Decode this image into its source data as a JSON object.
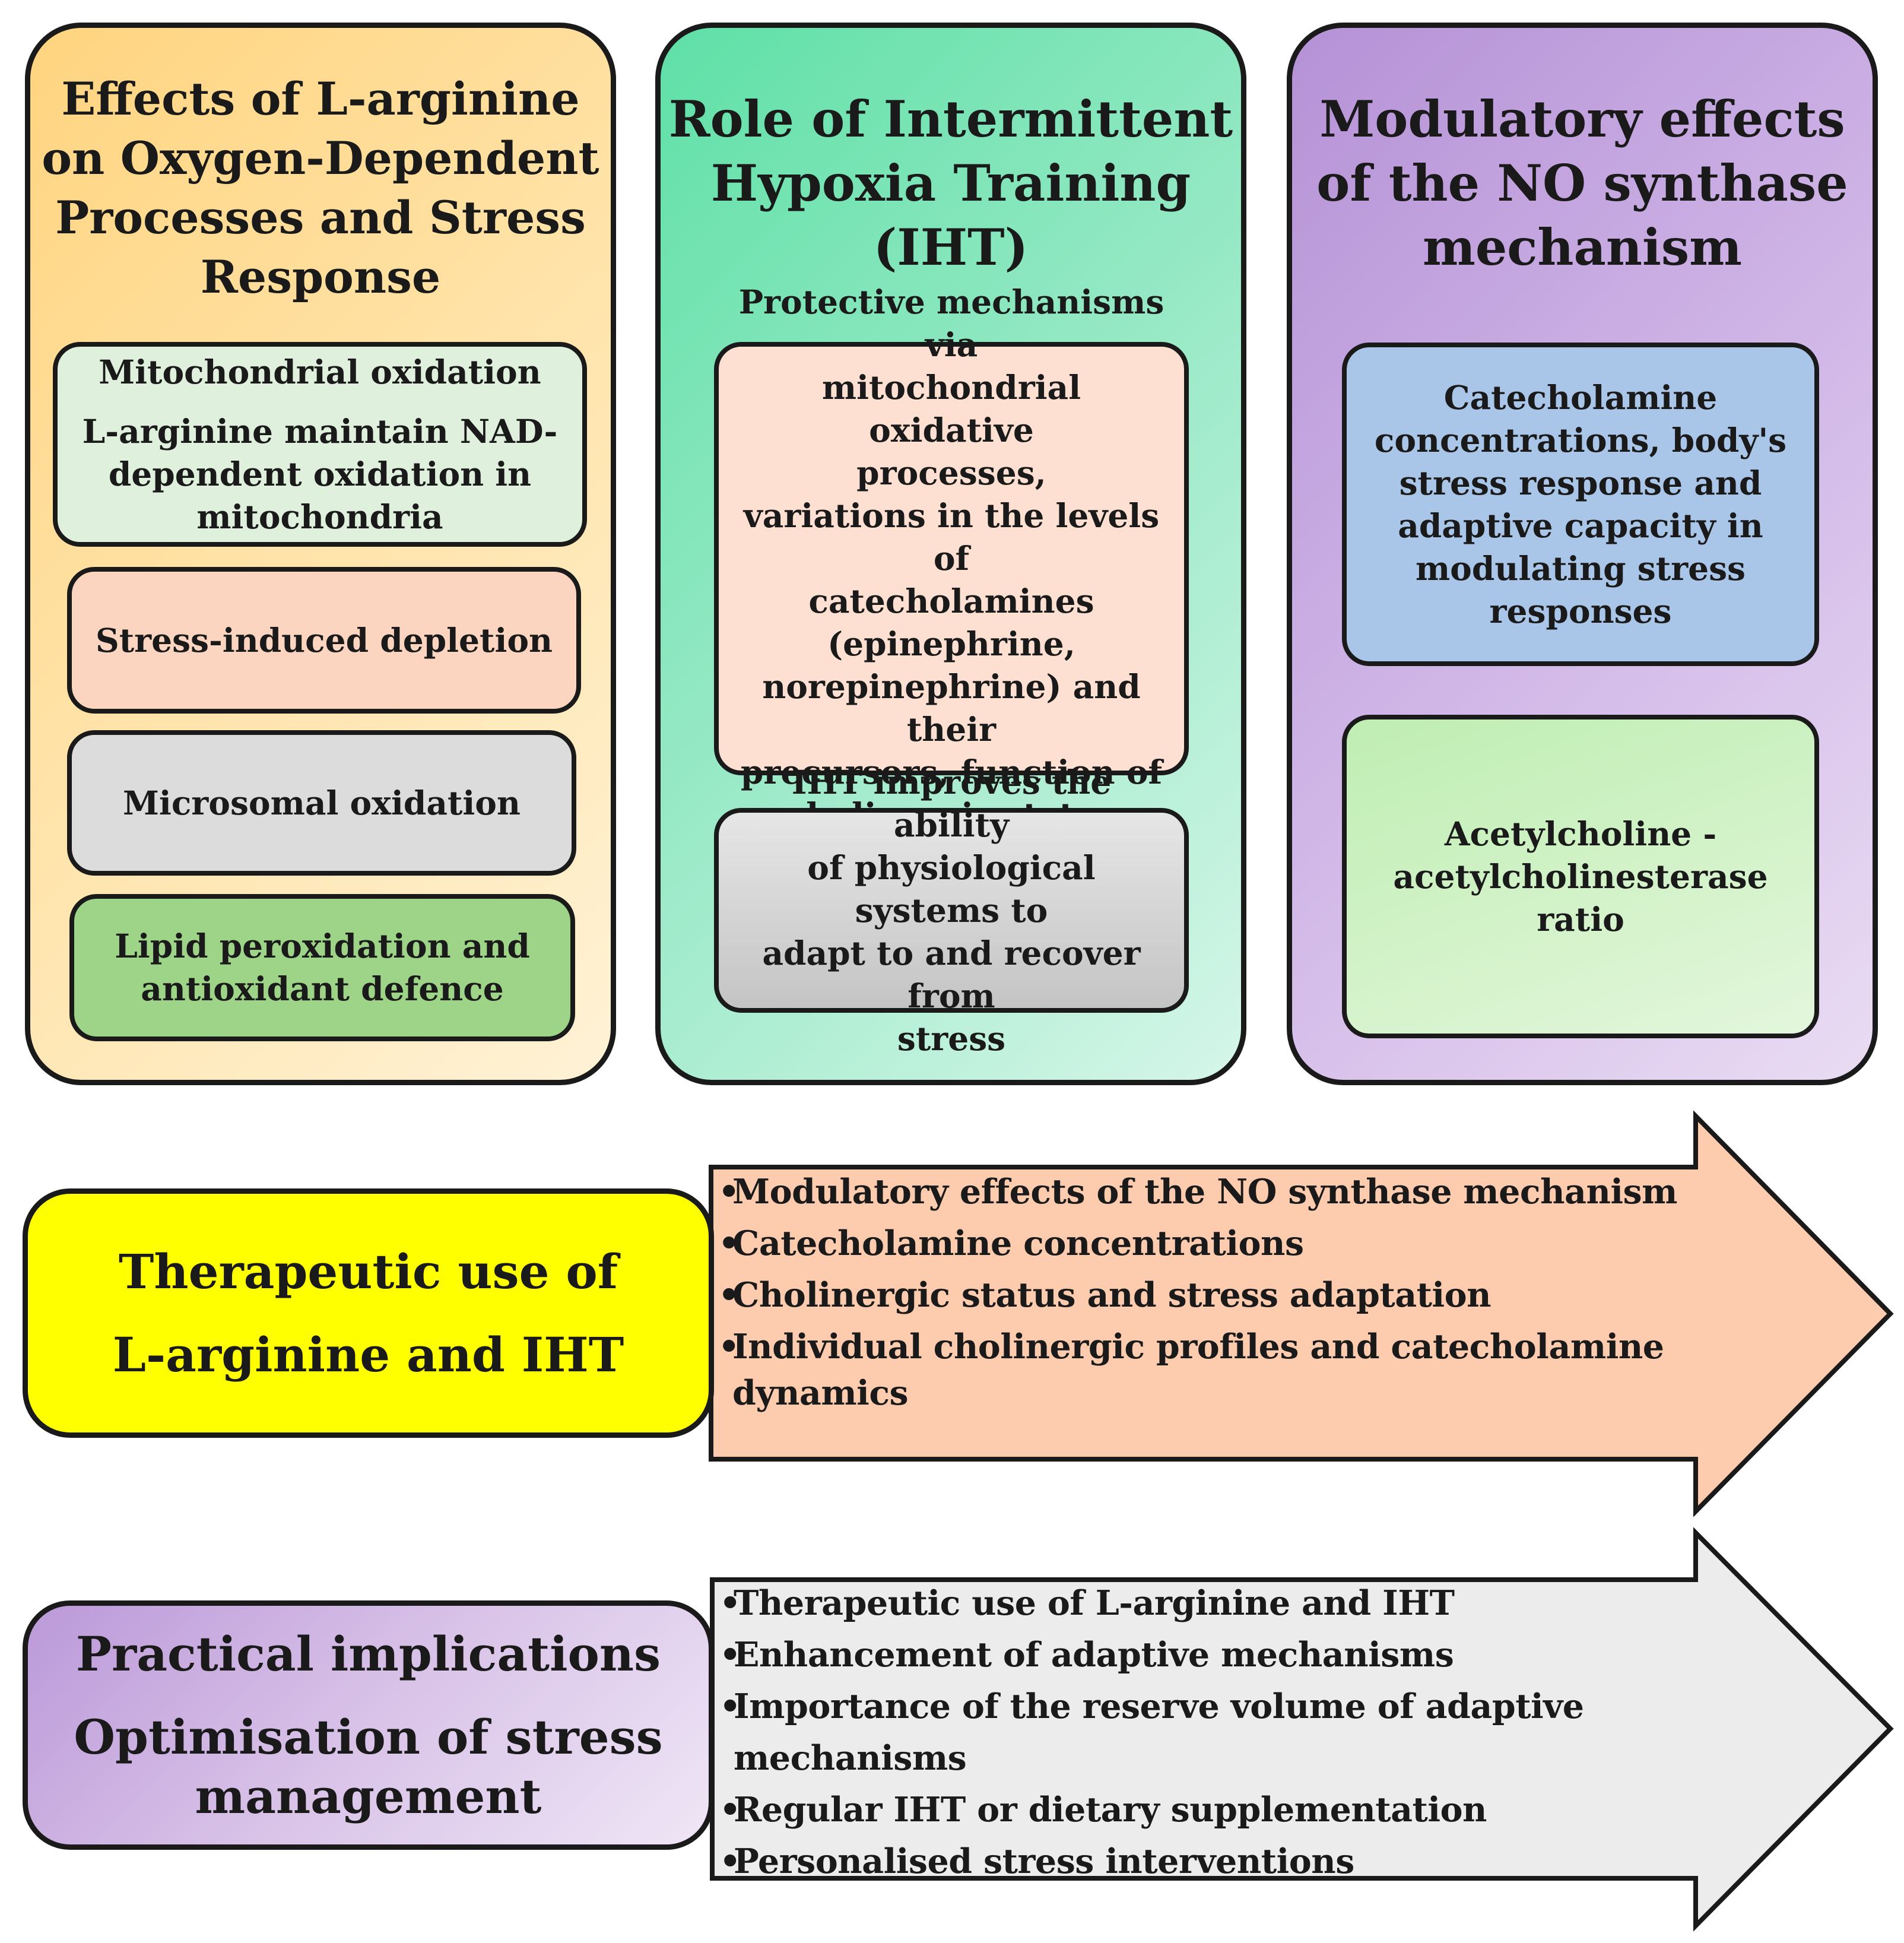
{
  "column1": {
    "title": [
      "Effects of L-arginine on",
      "Oxygen-Dependent",
      "Processes and Stress",
      "Response"
    ],
    "box1": {
      "title": "Mitochondrial oxidation",
      "lines": [
        "L-arginine maintain NAD-",
        "dependent oxidation in",
        "mitochondria"
      ]
    },
    "box2": "Stress-induced depletion",
    "box3": "Microsomal oxidation",
    "box4": [
      "Lipid peroxidation and",
      "antioxidant defence"
    ]
  },
  "column2": {
    "title": [
      "Role of Intermittent",
      "Hypoxia Training",
      "(IHT)"
    ],
    "box1": {
      "part1": [
        "Protective mechanisms via",
        "mitochondrial oxidative",
        "processes,"
      ],
      "part2": [
        "variations in the levels of",
        "catecholamines",
        "(epinephrine,",
        "norepinephrine) and their",
        "precursors, function of",
        "cholinergic status"
      ]
    },
    "box2": [
      "IHT improves the ability",
      "of physiological systems to",
      "adapt to and recover from",
      "stress"
    ]
  },
  "column3": {
    "title": [
      "Modulatory effects of",
      "the NO synthase",
      "mechanism"
    ],
    "box1": [
      "Catecholamine",
      "concentrations, body's",
      "stress response and",
      "adaptive capacity in",
      "modulating stress",
      "responses"
    ],
    "box2": [
      "Acetylcholine -",
      "acetylcholinesterase ratio"
    ]
  },
  "therapeutic": {
    "title": [
      "Therapeutic use of",
      "L-arginine and IHT"
    ],
    "bullets": [
      [
        "Modulatory effects of the NO synthase mechanism"
      ],
      [
        "Catecholamine concentrations"
      ],
      [
        "Cholinergic status and stress adaptation"
      ],
      [
        "Individual cholinergic profiles and catecholamine",
        "dynamics"
      ]
    ]
  },
  "practical": {
    "title": [
      "Practical implications"
    ],
    "subtitle": [
      "Optimisation of stress",
      "management"
    ],
    "bullets": [
      [
        "Therapeutic use of L-arginine and IHT"
      ],
      [
        "Enhancement of adaptive mechanisms"
      ],
      [
        "Importance of the reserve volume of adaptive mechanisms"
      ],
      [
        "Regular IHT or dietary supplementation"
      ],
      [
        "Personalised stress interventions"
      ]
    ]
  },
  "bullet_char": "•",
  "colors": {
    "col1_bg": "#ffe2a6",
    "col2_bg": "#93e8c3",
    "col3_bg": "#d0b6e7",
    "box_mito": "#dff1dc",
    "box_stress": "#fcd5c0",
    "box_microsomal": "#dcdcdc",
    "box_lipid": "#9ed487",
    "box_protective": "#fde0d1",
    "box_iht": "#d2d2d2",
    "box_catecholamine": "#a9c5e8",
    "box_acetylcholine": "#cdeec4",
    "therapeutic_bg": "#ffff00",
    "arrow1_fill": "#fdcbae",
    "arrow2_fill": "#ececec",
    "practical_bg": "#d9c3e8"
  }
}
